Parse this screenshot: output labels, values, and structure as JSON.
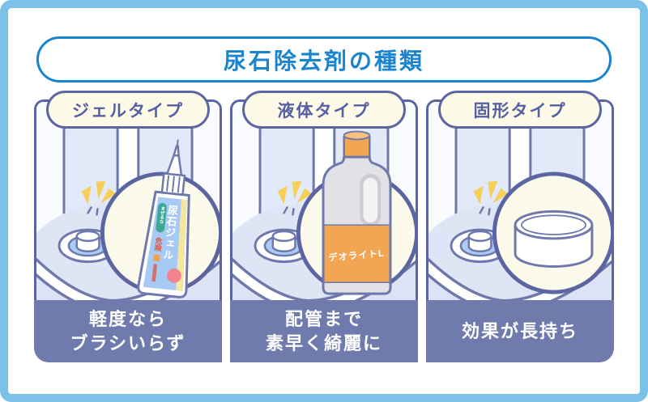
{
  "title": "尿石除去剤の種類",
  "cards": [
    {
      "id": "gel",
      "badge": "ジェルタイプ",
      "caption_line1": "軽度なら",
      "caption_line2": "ブラシいらず",
      "product": {
        "type": "gel-tube",
        "name": "尿石ジェル",
        "tag": "まぜるな",
        "warning": "危険"
      }
    },
    {
      "id": "liquid",
      "badge": "液体タイプ",
      "caption_line1": "配管まで",
      "caption_line2": "素早く綺麗に",
      "product": {
        "type": "bottle",
        "name": "デオライトL"
      }
    },
    {
      "id": "solid",
      "badge": "固形タイプ",
      "caption_line1": "効果が長持ち",
      "product": {
        "type": "tablet"
      }
    }
  ],
  "colors": {
    "accent": "#1985CE",
    "frame": "#7CC2E8",
    "peri": "#6E78AB",
    "peri-dark": "#5B65A2",
    "caption": "#6F7AAD",
    "badgebg": "#FDFBE7",
    "badgetext": "#5560A2",
    "sparkle": "#F6CE58",
    "drain": "#A9CCF4",
    "cream": "#FCFAEA",
    "orange": "#F2A553",
    "labelblue": "#A6CAF4"
  }
}
